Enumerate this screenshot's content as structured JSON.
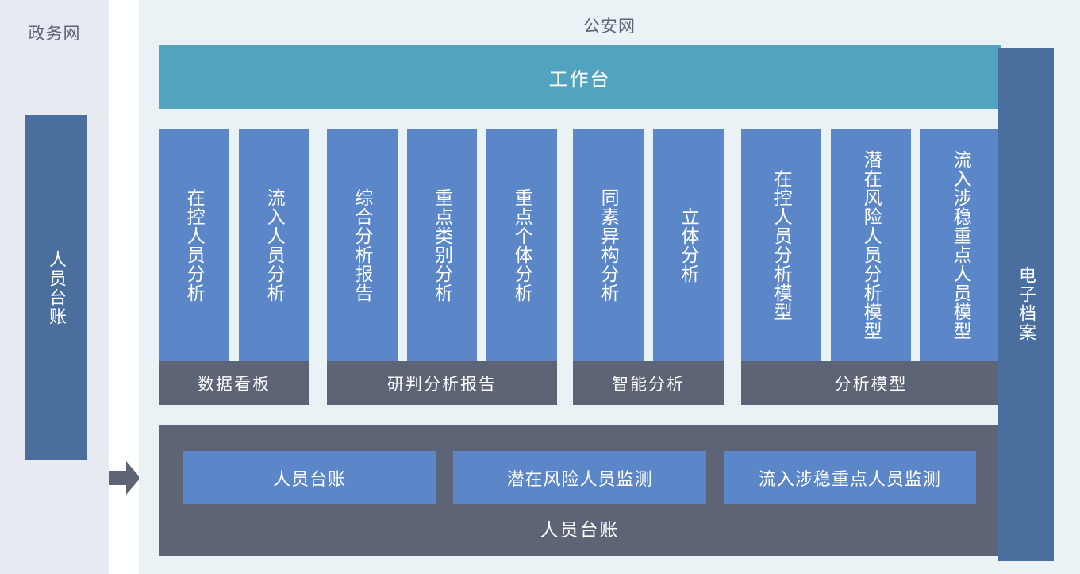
{
  "left_panel": {
    "title": "政务网",
    "column_card": {
      "label": "人员台账"
    }
  },
  "arrow": {
    "icon": "right-arrow-icon"
  },
  "main_panel": {
    "title": "公安网",
    "workbench": {
      "label": "工作台"
    },
    "groups": [
      {
        "label": "数据看板",
        "cards": [
          {
            "label": "在控人员分析"
          },
          {
            "label": "流入人员分析"
          }
        ]
      },
      {
        "label": "研判分析报告",
        "cards": [
          {
            "label": "综合分析报告"
          },
          {
            "label": "重点类别分析"
          },
          {
            "label": "重点个体分析"
          }
        ]
      },
      {
        "label": "智能分析",
        "cards": [
          {
            "label": "同素异构分析"
          },
          {
            "label": "立体分析"
          }
        ]
      },
      {
        "label": "分析模型",
        "cards": [
          {
            "label": "在控人员分析模型"
          },
          {
            "label": "潜在风险人员分析模型"
          },
          {
            "label": "流入涉稳重点人员模型"
          }
        ]
      }
    ],
    "ledger": {
      "label": "人员台账",
      "cards": [
        {
          "label": "人员台账"
        },
        {
          "label": "潜在风险人员监测"
        },
        {
          "label": "流入涉稳重点人员监测"
        }
      ]
    }
  },
  "right_panel": {
    "column_card": {
      "label": "电子档案"
    }
  },
  "colors": {
    "left_panel_bg": "#e8eaf1",
    "main_panel_bg": "#eaf2f6",
    "workbench_teal": "#52a3c0",
    "card_blue": "#5b86c8",
    "column_blue": "#4a6e9e",
    "group_label_gray": "#5c6475",
    "text_white": "#ffffff",
    "title_gray": "#5c6475"
  }
}
